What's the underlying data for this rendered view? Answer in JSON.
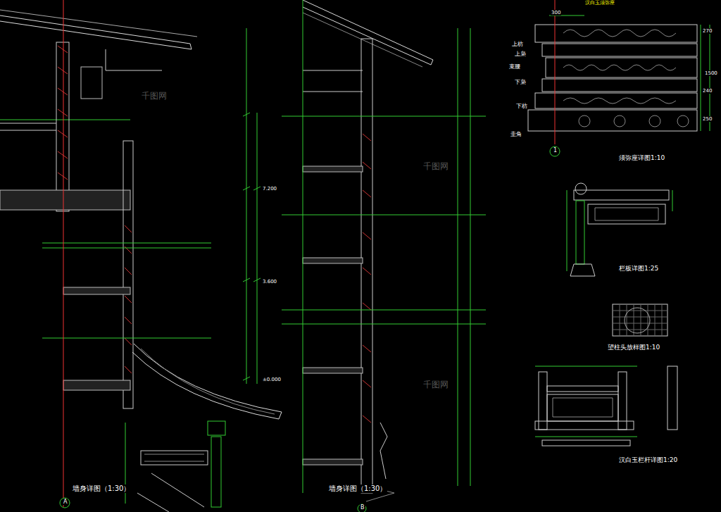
{
  "diagram": {
    "labels": [
      "墙身详图（1:30）",
      "墙身详图（1:30）",
      "须弥座详图1:10",
      "栏板详图1:25",
      "望柱头放样图1:10",
      "汉白玉栏杆详图1:20",
      "汉白玉须弥座",
      "300",
      "1500",
      "270",
      "240",
      "250",
      "上枋",
      "上枭",
      "束腰",
      "下枭",
      "下枋",
      "圭角",
      "1",
      "A",
      "B",
      "±0.000",
      "3.600",
      "7.200",
      "千图网",
      "千图网",
      "千图网"
    ]
  }
}
